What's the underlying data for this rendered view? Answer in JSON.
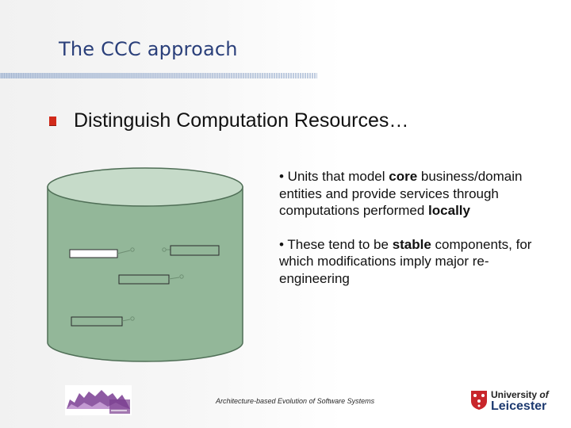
{
  "slide": {
    "title": "The CCC approach",
    "heading": "Distinguish Computation Resources…",
    "notes": [
      {
        "parts": [
          {
            "text": "• Units that model ",
            "bold": false
          },
          {
            "text": "core",
            "bold": true
          },
          {
            "text": " business/domain entities and provide services through computations performed ",
            "bold": false
          },
          {
            "text": "locally",
            "bold": true
          }
        ]
      },
      {
        "parts": [
          {
            "text": "• These tend to be ",
            "bold": false
          },
          {
            "text": "stable",
            "bold": true
          },
          {
            "text": " components, for which modifications imply major re-engineering",
            "bold": false
          }
        ]
      }
    ],
    "footer": "Architecture-based Evolution of Software Systems",
    "university": {
      "line1": "University",
      "of": "of",
      "line2": "Leicester"
    },
    "colors": {
      "title": "#2a3f7a",
      "bullet": "#d12a1a",
      "cylinder_body": "#93b799",
      "cylinder_top": "#c6dbc9"
    },
    "icons": [
      "square-bullet-icon",
      "database-cylinder-icon",
      "left-logo-image",
      "university-crest-icon"
    ]
  }
}
